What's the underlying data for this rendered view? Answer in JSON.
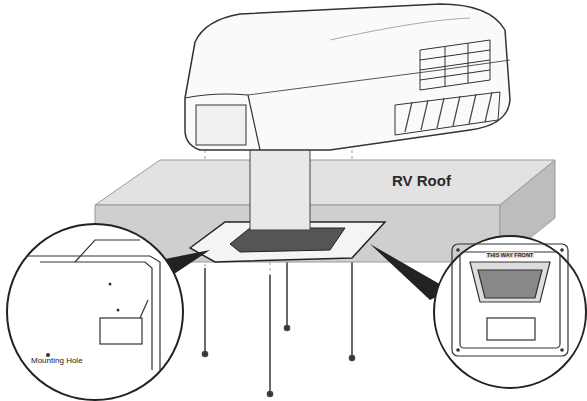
{
  "diagram": {
    "labels": [
      "RV Roof",
      "Mounting Hole",
      "THIS WAY FRONT"
    ]
  }
}
